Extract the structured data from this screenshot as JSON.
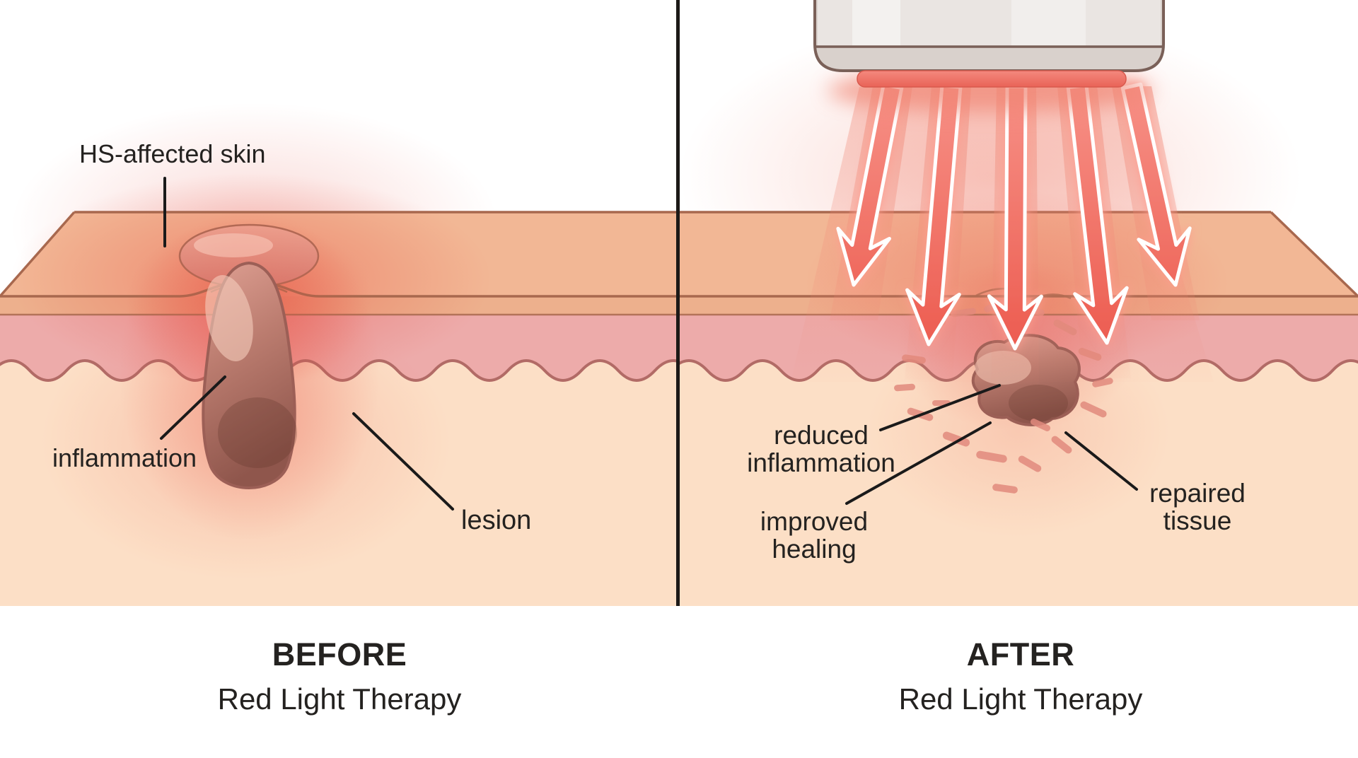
{
  "panels": {
    "before": {
      "title": "BEFORE",
      "subtitle": "Red Light Therapy",
      "labels": {
        "skin": "HS-affected skin",
        "inflammation": "inflammation",
        "lesion": "lesion"
      }
    },
    "after": {
      "title": "AFTER",
      "subtitle": "Red Light Therapy",
      "labels": {
        "reduced_1": "reduced",
        "reduced_2": "inflammation",
        "improved_1": "improved",
        "improved_2": "healing",
        "repaired_1": "repaired",
        "repaired_2": "tissue"
      }
    }
  },
  "colors": {
    "skin_top": "#f2b795",
    "skin_epi": "#edb08d",
    "skin_dermis": "#edabaa",
    "skin_subcutis": "#fcdfc6",
    "outline_brown": "#a8684e",
    "wavy_line": "#b26b66",
    "inflame_red": "#e64a3c",
    "glow_red": "#f08573",
    "arrow_red_light": "#f79187",
    "arrow_red_dark": "#ec5b4f",
    "arrow_stroke": "#ffffff",
    "lesion_light": "#dfa093",
    "lesion_mid": "#bb7c6f",
    "lesion_dark": "#8f564c",
    "lesion_outline": "#9c5f56",
    "device_body": "#eae5e2",
    "device_band": "#d9d1cc",
    "device_outline": "#7a6058",
    "emitter_red": "#ef7d72",
    "dash_color": "#e08a7d",
    "divider_black": "#1c1917",
    "pointer_black": "#1a1a1a",
    "text_dark": "#242220"
  }
}
